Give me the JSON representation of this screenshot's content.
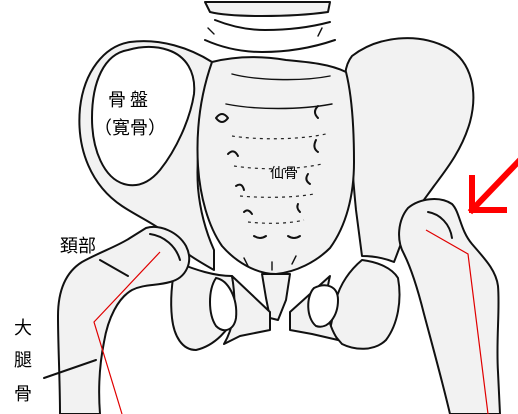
{
  "labels": {
    "hip_bone_line1": "骨盤",
    "hip_bone_line2": "（寛骨）",
    "sacrum": "仙骨",
    "neck": "頚部",
    "femur": [
      "大",
      "腿",
      "骨"
    ]
  },
  "colors": {
    "bone_fill": "#f2f2f2",
    "outline": "#111111",
    "accent_red": "#e00000",
    "arrow_red": "#ff0000"
  },
  "icons": {
    "pointer_arrow": "red-arrow-icon"
  }
}
